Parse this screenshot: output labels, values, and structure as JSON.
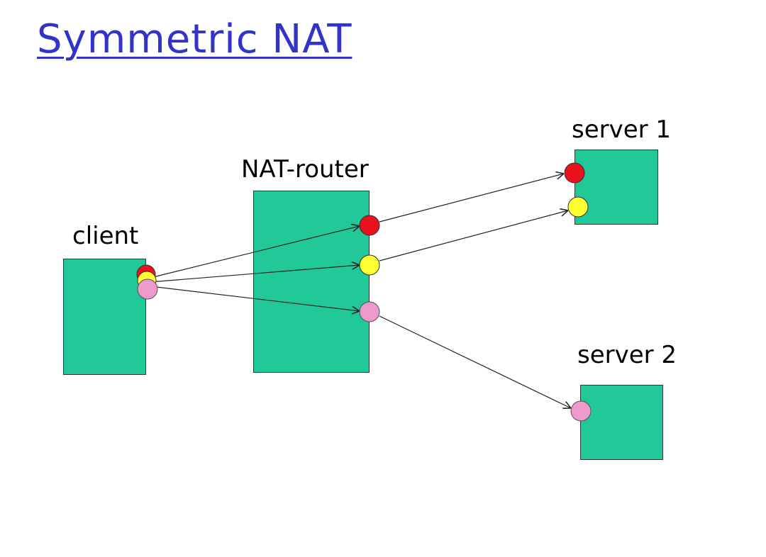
{
  "title": "Symmetric NAT",
  "nodes": {
    "client": "client",
    "nat_router": "NAT-router",
    "server1": "server 1",
    "server2": "server 2"
  },
  "colors": {
    "box_fill": "#20c997",
    "title": "#3333cc",
    "port_red": "#e8121d",
    "port_yellow": "#ffff33",
    "port_pink": "#ee99cc"
  }
}
